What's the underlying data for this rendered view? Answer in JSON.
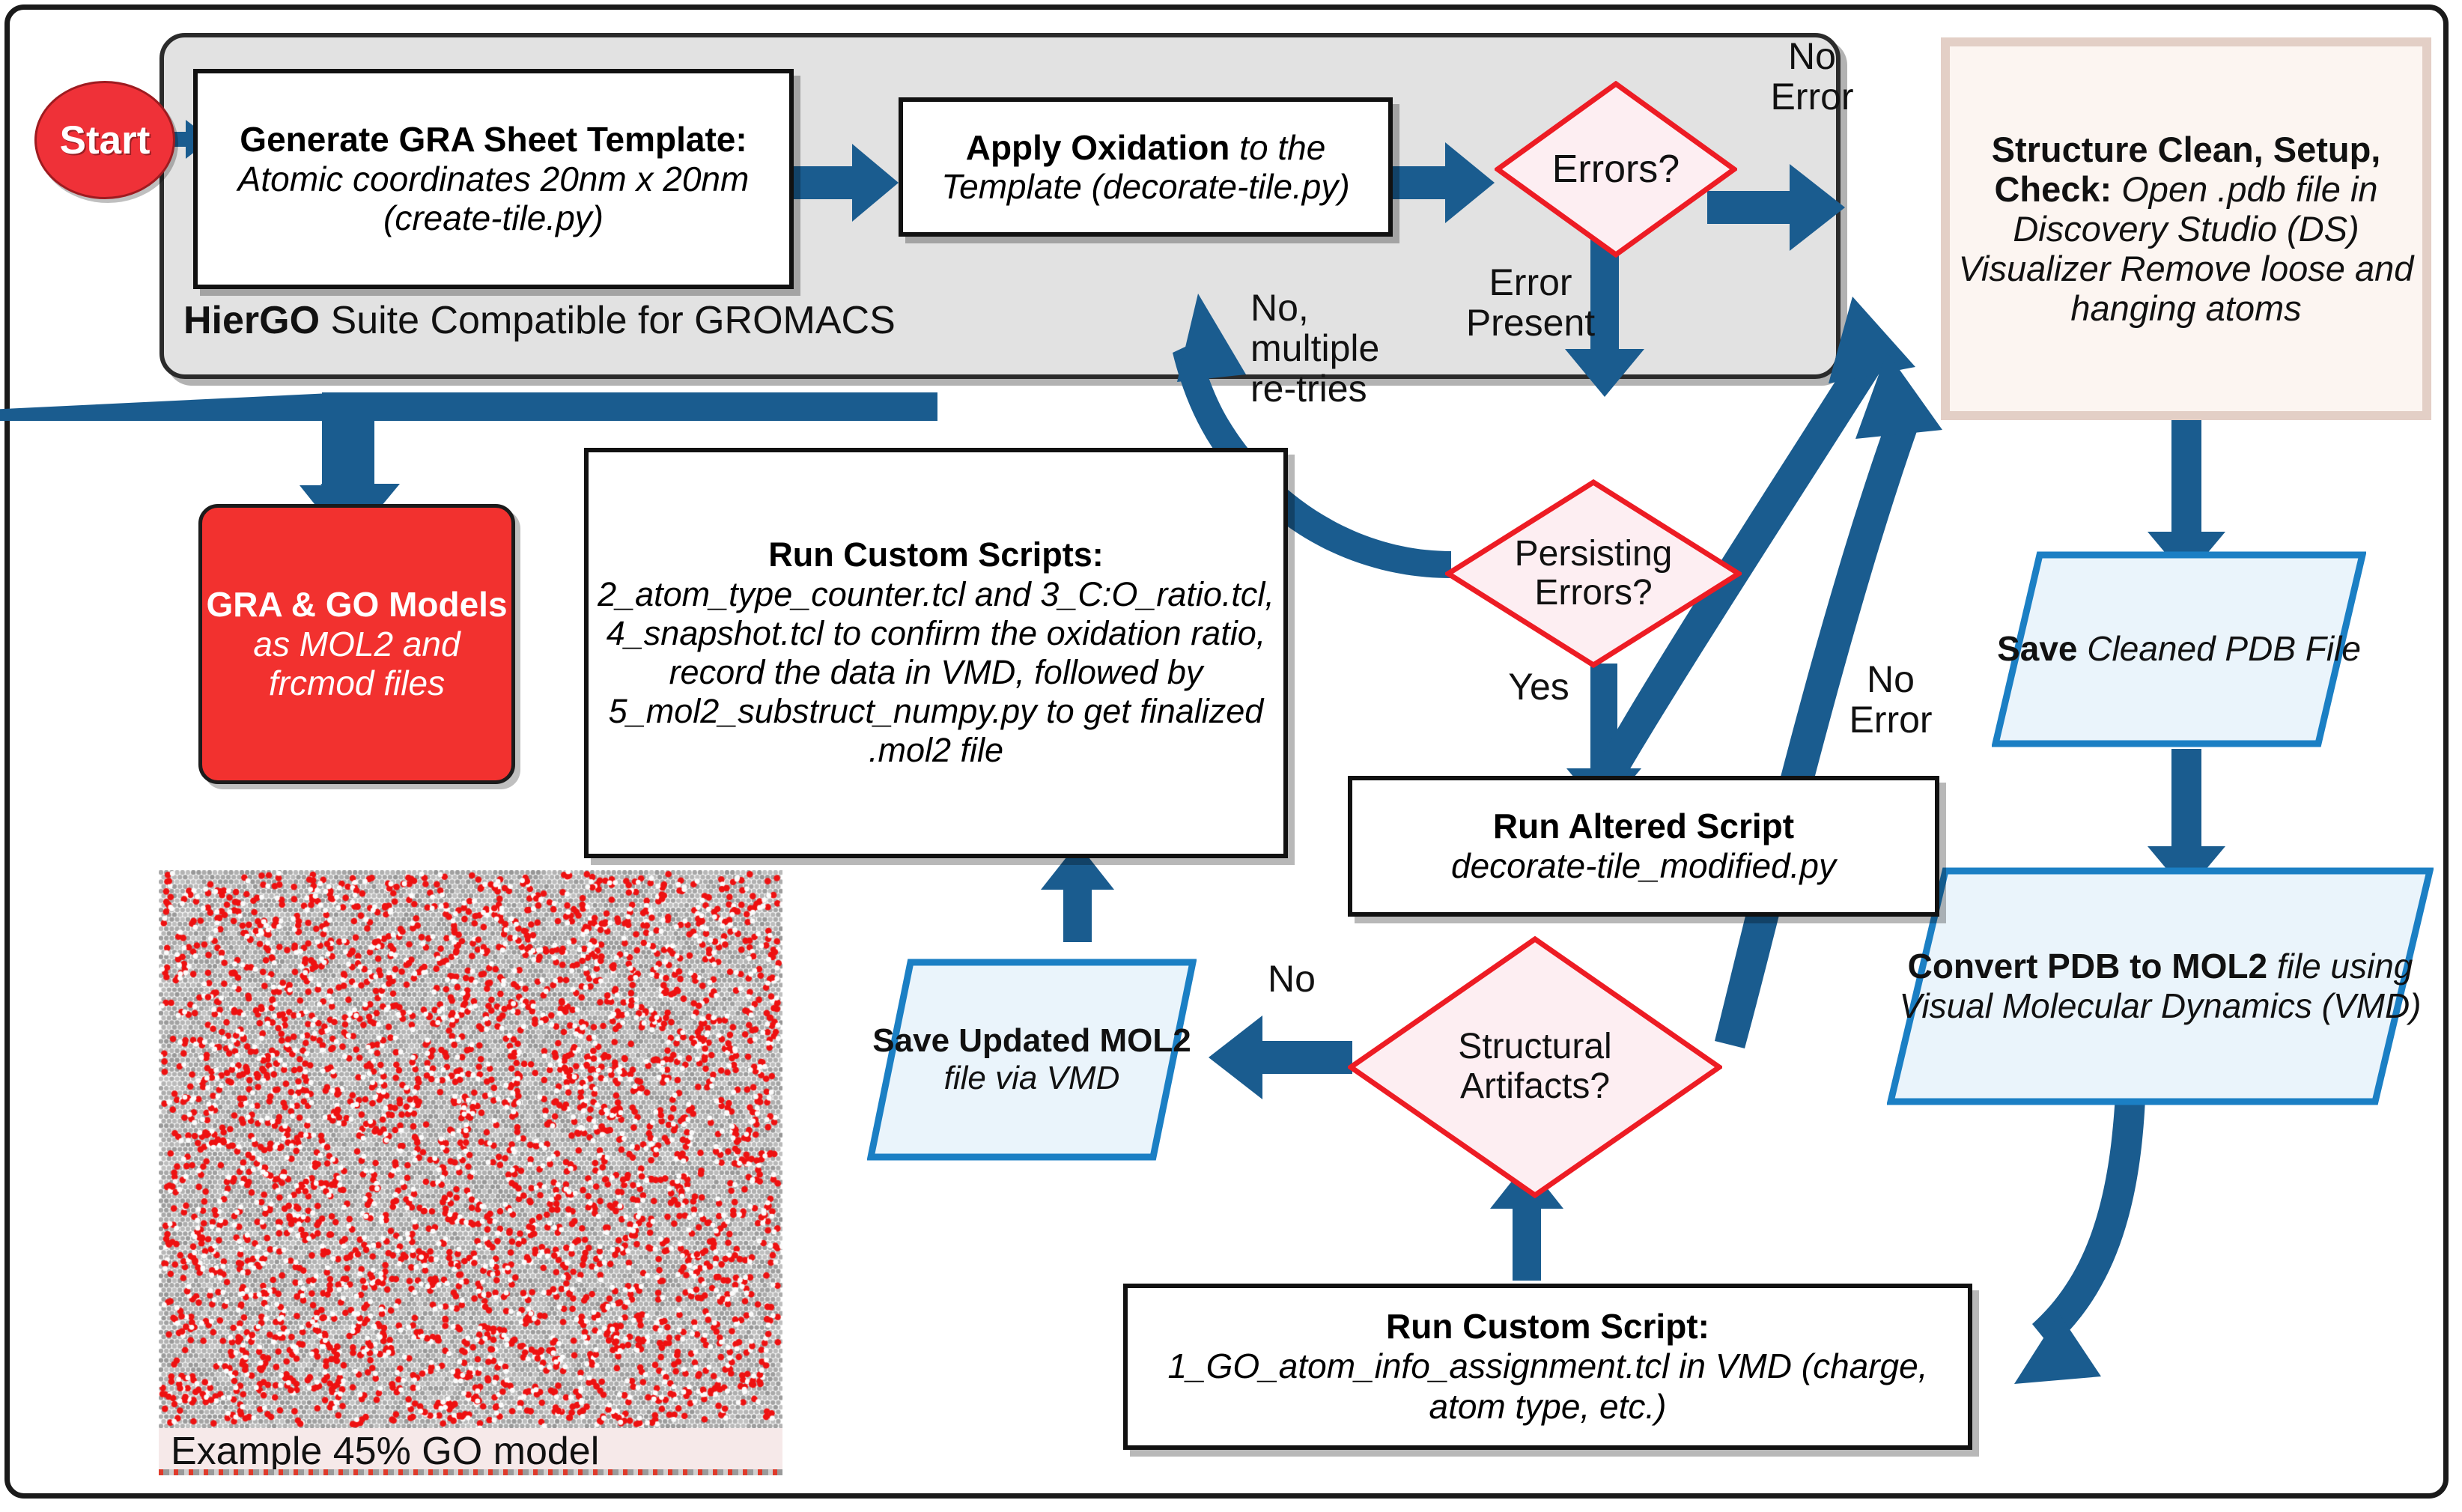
{
  "diagram": {
    "title": "HierGO GRA/GO model building workflow",
    "colors": {
      "arrow_blue": "#1a5c8f",
      "decision_red": "#ed1c24",
      "decision_fill": "#fdeef2",
      "start_red": "#ef3138",
      "output_red": "#f2312f",
      "data_blue": "#1b7fc4",
      "data_fill": "#eaf4fb",
      "panel_grey": "#e2e2e2",
      "highlight_peach": "#e3cfc6"
    }
  },
  "start": {
    "label": "Start"
  },
  "panel": {
    "label_bold": "HierGO",
    "label_rest": " Suite Compatible for GROMACS"
  },
  "nodes": {
    "generate_template": {
      "bold": "Generate GRA Sheet Template:",
      "italic": " Atomic coordinates 20nm x 20nm (create-tile.py)"
    },
    "apply_oxidation": {
      "bold": "Apply Oxidation",
      "italic": " to the Template (decorate-tile.py)"
    },
    "errors_decision": {
      "label": "Errors?"
    },
    "persisting_errors_decision": {
      "label_line1": "Persisting",
      "label_line2": "Errors?"
    },
    "structural_artifacts_decision": {
      "label_line1": "Structural",
      "label_line2": "Artifacts?"
    },
    "structure_clean": {
      "bold": "Structure Clean, Setup, Check:",
      "italic": " Open .pdb file in Discovery Studio (DS) Visualizer Remove loose and hanging atoms"
    },
    "save_cleaned_pdb": {
      "bold": "Save",
      "italic": " Cleaned PDB File"
    },
    "convert_pdb_mol2": {
      "bold": "Convert PDB to MOL2",
      "italic": " file using Visual Molecular Dynamics (VMD)"
    },
    "run_custom_script": {
      "bold": "Run Custom Script:",
      "italic": " 1_GO_atom_info_assignment.tcl in VMD (charge, atom type, etc.)"
    },
    "save_updated_mol2": {
      "bold": "Save Updated MOL2",
      "italic": " file via VMD"
    },
    "run_custom_scripts": {
      "bold": "Run Custom Scripts:",
      "italic": " 2_atom_type_counter.tcl and 3_C:O_ratio.tcl, 4_snapshot.tcl to confirm the oxidation ratio, record the data in VMD, followed by 5_mol2_substruct_numpy.py to get finalized .mol2 file"
    },
    "run_altered_script": {
      "bold": "Run Altered Script",
      "italic": " decorate-tile_modified.py"
    },
    "gra_go_models": {
      "bold": "GRA & GO Models",
      "italic": " as MOL2  and frcmod files"
    }
  },
  "edge_labels": {
    "no_error_top": "No\nError",
    "no_error_top_l1": "No",
    "no_error_top_l2": "Error",
    "error_present_l1": "Error",
    "error_present_l2": "Present",
    "no_multiple_retries_l1": "No,",
    "no_multiple_retries_l2": "multiple",
    "no_multiple_retries_l3": "re-tries",
    "yes": "Yes",
    "no_error_mid_l1": "No",
    "no_error_mid_l2": "Error",
    "no_artifacts": "No"
  },
  "figure": {
    "caption": "Example 45% GO model"
  }
}
